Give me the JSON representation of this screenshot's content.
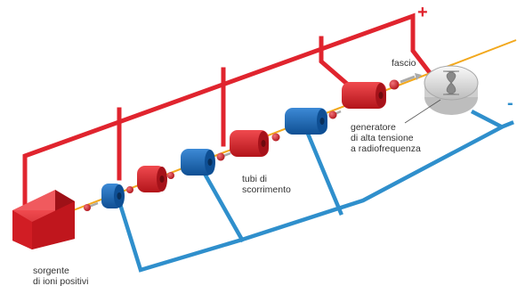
{
  "labels": {
    "source_line1": "sorgente",
    "source_line2": "di ioni positivi",
    "tubes_line1": "tubi di",
    "tubes_line2": "scorrimento",
    "beam": "fascio",
    "generator_line1": "generatore",
    "generator_line2": "di alta tensione",
    "generator_line3": "a radiofrequenza",
    "plus_sign": "+",
    "minus_sign": "-"
  },
  "colors": {
    "positive": "#e0242e",
    "negative": "#2f8fcc",
    "beam": "#f2a81d",
    "red_tube": "#d4181f",
    "blue_tube": "#1867b8",
    "generator": "#e4e4e4"
  }
}
